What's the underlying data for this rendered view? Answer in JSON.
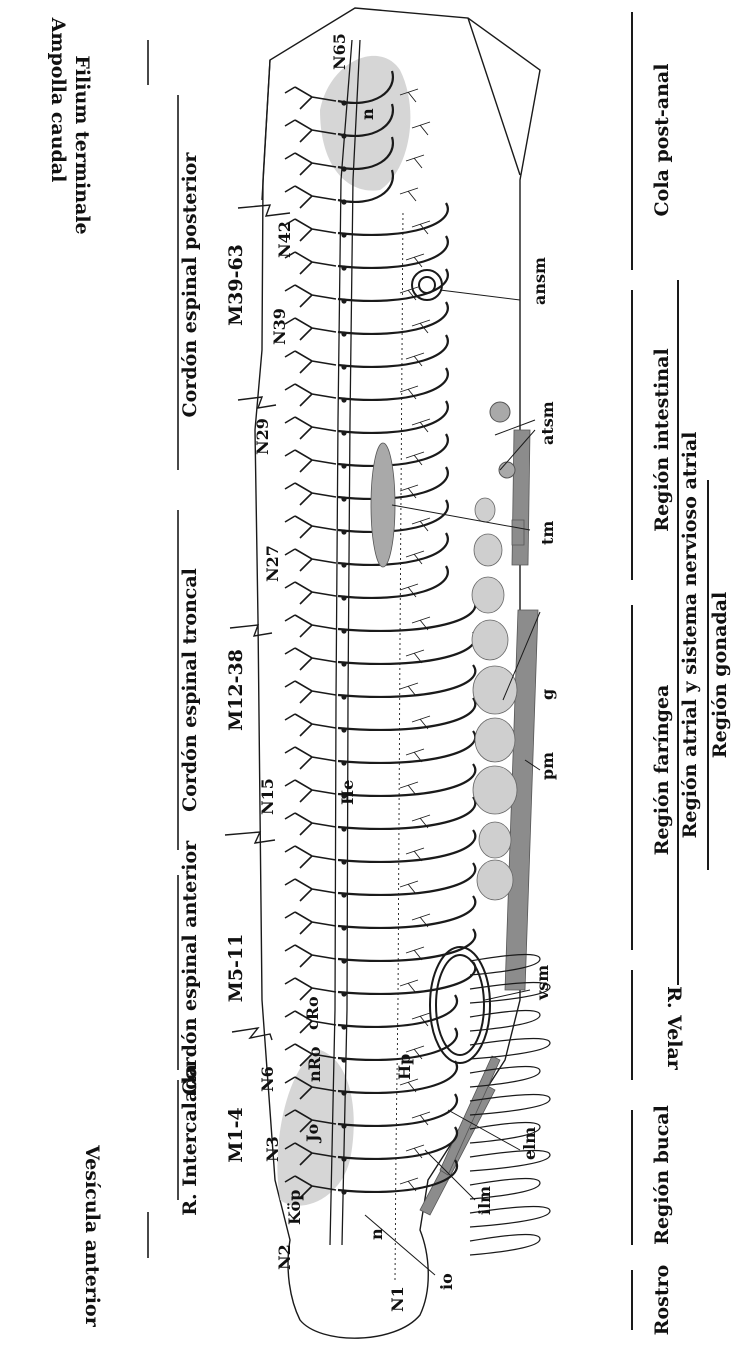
{
  "bottom_bands": {
    "rostro": "Rostro",
    "region_bucal": "Región bucal",
    "r_velar": "R. Velar",
    "region_faringea": "Región faríngea",
    "region_intestinal": "Región intestinal",
    "cola_post_anal": "Cola post-anal",
    "region_atrial": "Región atrial y sistema nervioso atrial",
    "region_gonadal": "Región gonadal"
  },
  "top_bands": {
    "vesicula_anterior": "Vesícula anterior",
    "r_intercalada": "R. Intercalada",
    "m1_4": "M1-4",
    "cordon_anterior": "Cordón espinal anterior",
    "m5_11": "M5-11",
    "cordon_troncal": "Cordón espinal troncal",
    "m12_38": "M12-38",
    "cordon_posterior": "Cordón espinal posterior",
    "m39_63": "M39-63",
    "filum_terminale": "Filium terminale",
    "ampolla_caudal": "Ampolla caudal"
  },
  "annotations": {
    "N1": "N1",
    "N2": "N2",
    "N3": "N3",
    "N6": "N6",
    "N15": "N15",
    "N27": "N27",
    "N29": "N29",
    "N39": "N39",
    "N42": "N42",
    "N65": "N65",
    "Kop": "Köp",
    "Jo": "Jo",
    "nRo": "nRo",
    "cRo": "cRo",
    "Hp": "Hp",
    "He": "He",
    "n_front": "n",
    "n_tail": "n",
    "io": "io",
    "ilm": "ilm",
    "elm": "elm",
    "vsm": "vsm",
    "pm": "pm",
    "g": "g",
    "tm": "tm",
    "atsm": "atsm",
    "ansm": "ansm"
  },
  "colors": {
    "line": "#1a1a1a",
    "muscle_gray": "#8c8c8c",
    "shade_gray": "#cfcfcf",
    "gonad_gray": "#a9a9a9"
  }
}
